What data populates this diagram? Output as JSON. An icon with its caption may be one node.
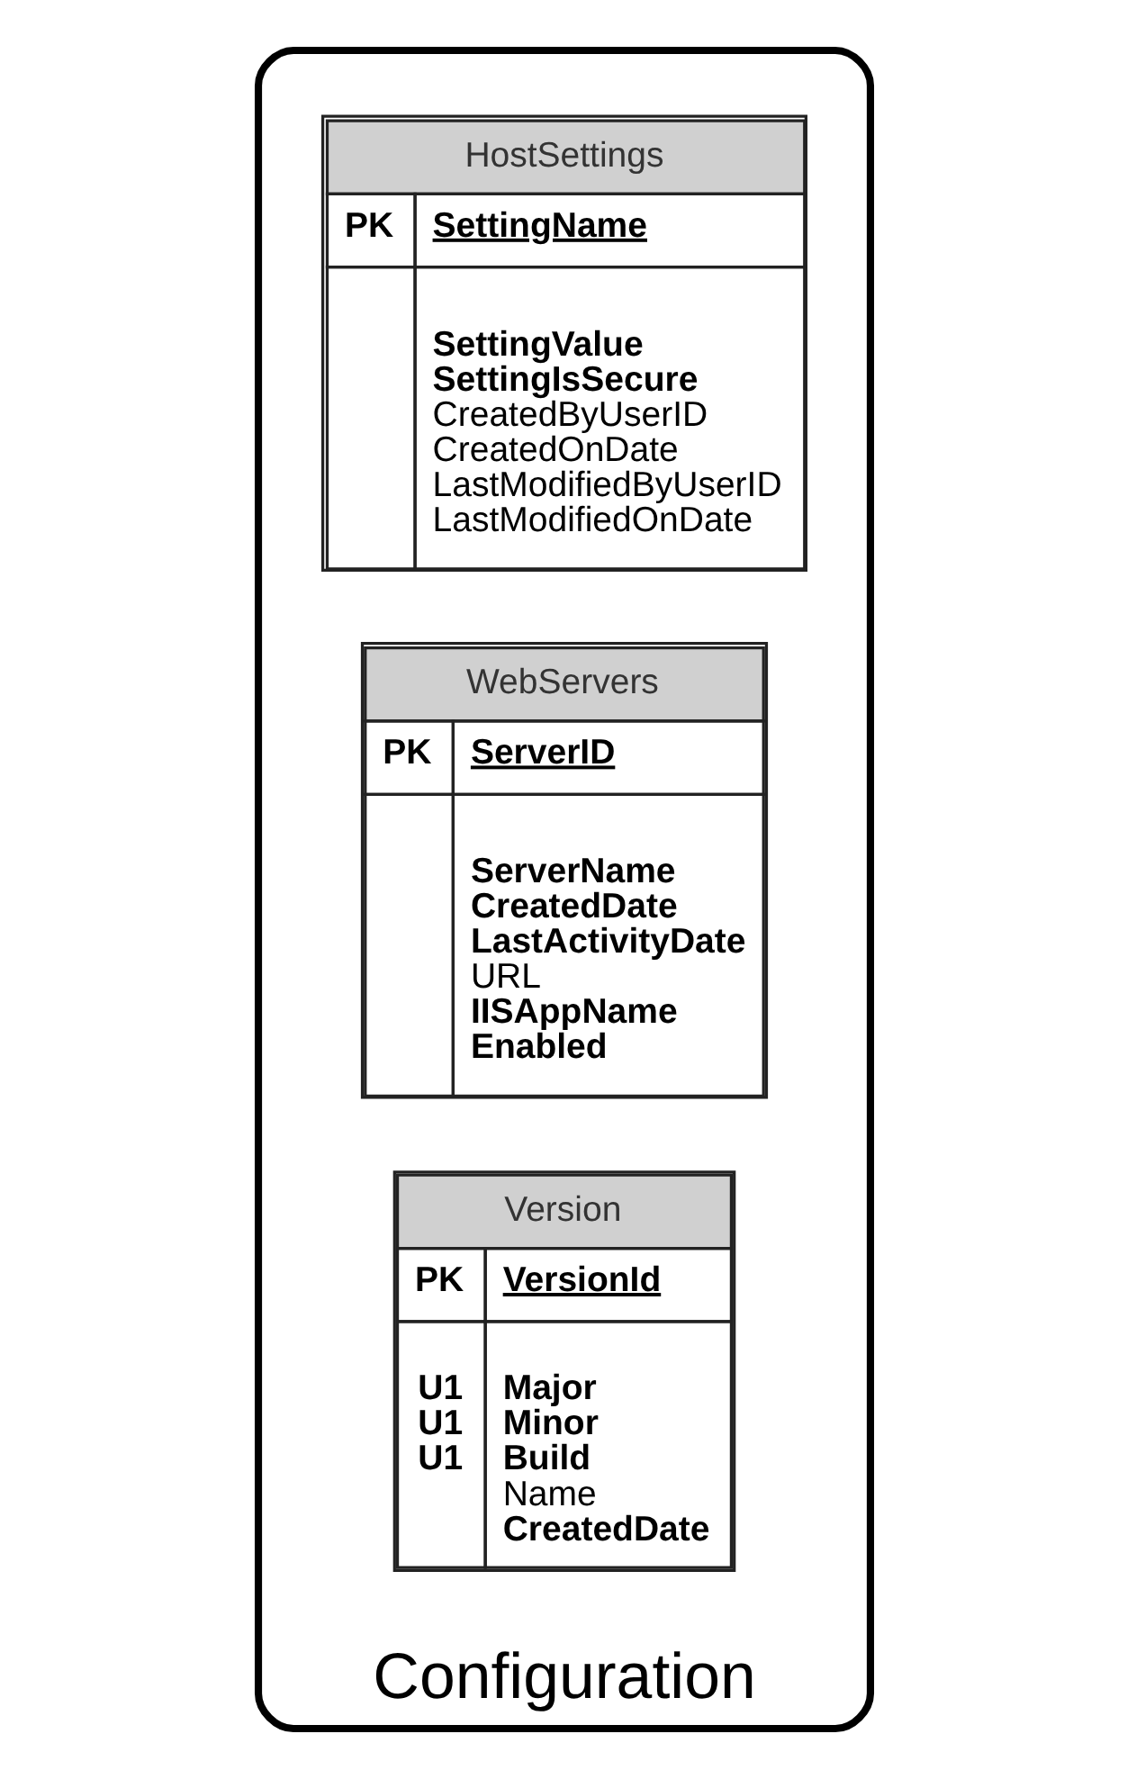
{
  "diagram": {
    "nodes": [
      {
        "text": [
          "Configuration"
        ]
      },
      {
        "text": [
          "HostSettings",
          "PK",
          "SettingName",
          "SettingValue",
          "SettingIsSecure",
          "CreatedByUserID",
          "CreatedOnDate",
          "LastModifiedByUserID",
          "LastModifiedOnDate"
        ],
        "in": 0
      },
      {
        "text": [
          "WebServers",
          "PK",
          "ServerID",
          "ServerName",
          "CreatedDate",
          "LastActivityDate",
          "URL",
          "IISAppName",
          "Enabled"
        ],
        "in": 0
      },
      {
        "text": [
          "Version",
          "PK",
          "VersionId",
          "U1",
          "Major",
          "U1",
          "Minor",
          "U1",
          "Build",
          "Name",
          "CreatedDate"
        ],
        "in": 0
      }
    ]
  }
}
